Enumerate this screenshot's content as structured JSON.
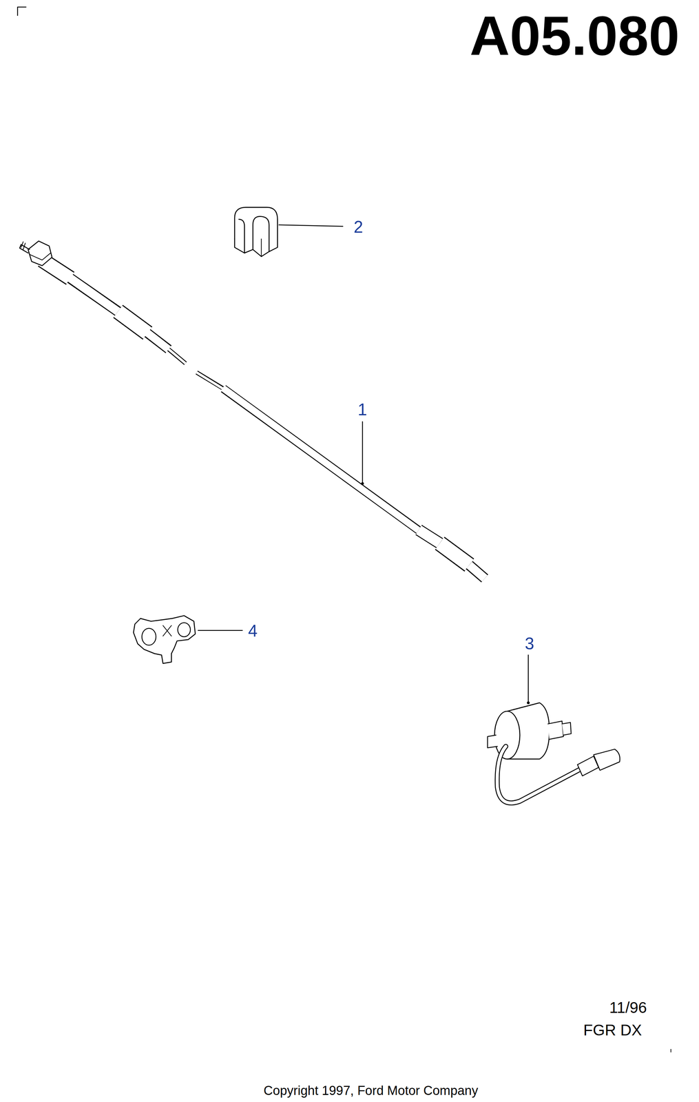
{
  "diagram": {
    "title": "A05.080",
    "labels": [
      "2",
      "1",
      "4",
      "3",
      "11/96",
      "FGR DX",
      "Copyright 1997, Ford Motor Company"
    ]
  }
}
